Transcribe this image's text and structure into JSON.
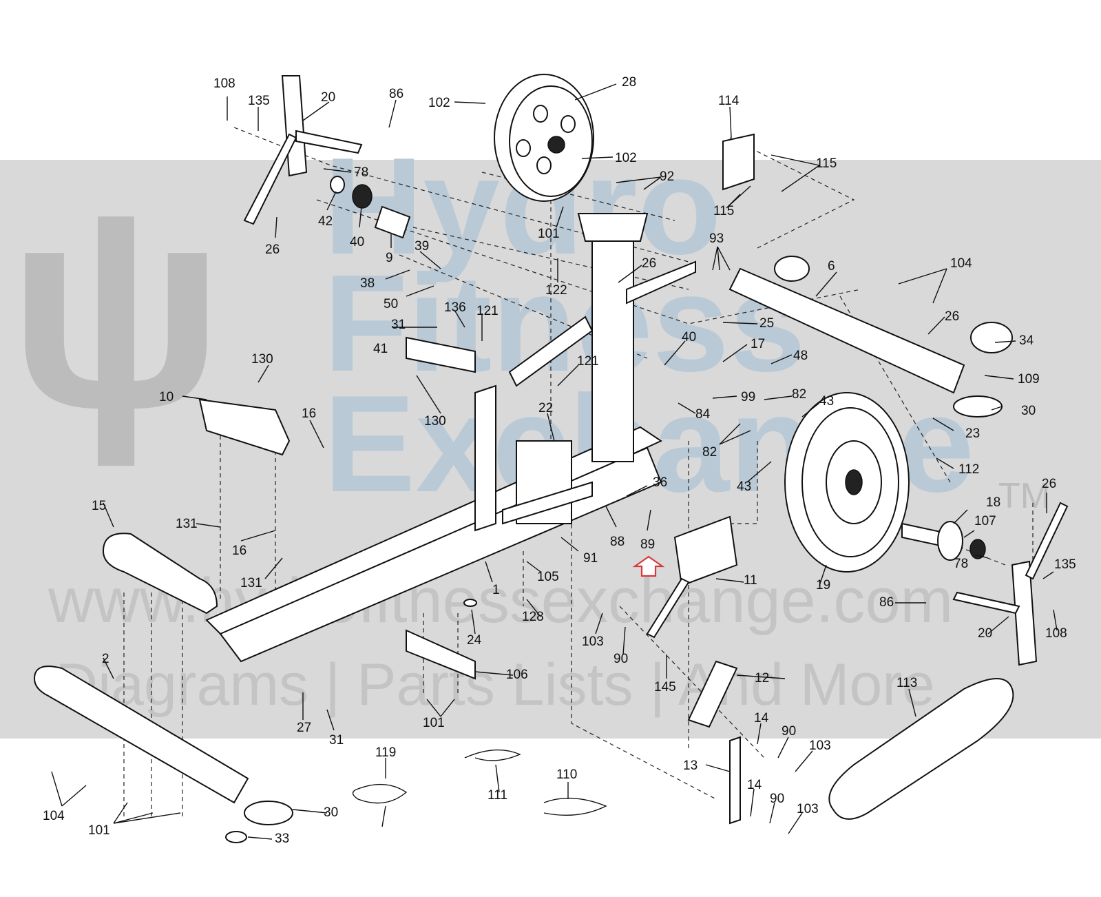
{
  "watermark": {
    "line1": "Hydro",
    "line2": "Fitness",
    "line3": "Exchange",
    "tm": "TM",
    "url": "www.hydrofitnessexchange.com",
    "tagline": "Diagrams | Parts Lists | And More"
  },
  "callouts": [
    {
      "id": "c108a",
      "text": "108"
    },
    {
      "id": "c135a",
      "text": "135"
    },
    {
      "id": "c20a",
      "text": "20"
    },
    {
      "id": "c86a",
      "text": "86"
    },
    {
      "id": "c78a",
      "text": "78"
    },
    {
      "id": "c42",
      "text": "42"
    },
    {
      "id": "c40a",
      "text": "40"
    },
    {
      "id": "c26a",
      "text": "26"
    },
    {
      "id": "c9",
      "text": "9"
    },
    {
      "id": "c39",
      "text": "39"
    },
    {
      "id": "c38",
      "text": "38"
    },
    {
      "id": "c50",
      "text": "50"
    },
    {
      "id": "c102a",
      "text": "102"
    },
    {
      "id": "c28",
      "text": "28"
    },
    {
      "id": "c102b",
      "text": "102"
    },
    {
      "id": "c114",
      "text": "114"
    },
    {
      "id": "c115a",
      "text": "115"
    },
    {
      "id": "c115b",
      "text": "115"
    },
    {
      "id": "c92",
      "text": "92"
    },
    {
      "id": "c101a",
      "text": "101"
    },
    {
      "id": "c93",
      "text": "93"
    },
    {
      "id": "c122",
      "text": "122"
    },
    {
      "id": "c26b",
      "text": "26"
    },
    {
      "id": "c6",
      "text": "6"
    },
    {
      "id": "c104a",
      "text": "104"
    },
    {
      "id": "c136",
      "text": "136"
    },
    {
      "id": "c121a",
      "text": "121"
    },
    {
      "id": "c31a",
      "text": "31"
    },
    {
      "id": "c41",
      "text": "41"
    },
    {
      "id": "c25",
      "text": "25"
    },
    {
      "id": "c26c",
      "text": "26"
    },
    {
      "id": "c34",
      "text": "34"
    },
    {
      "id": "c40b",
      "text": "40"
    },
    {
      "id": "c17",
      "text": "17"
    },
    {
      "id": "c48",
      "text": "48"
    },
    {
      "id": "c109",
      "text": "109"
    },
    {
      "id": "c130a",
      "text": "130"
    },
    {
      "id": "c121b",
      "text": "121"
    },
    {
      "id": "c10",
      "text": "10"
    },
    {
      "id": "c16a",
      "text": "16"
    },
    {
      "id": "c130b",
      "text": "130"
    },
    {
      "id": "c22",
      "text": "22"
    },
    {
      "id": "c99",
      "text": "99"
    },
    {
      "id": "c82a",
      "text": "82"
    },
    {
      "id": "c43a",
      "text": "43"
    },
    {
      "id": "c30a",
      "text": "30"
    },
    {
      "id": "c84",
      "text": "84"
    },
    {
      "id": "c23",
      "text": "23"
    },
    {
      "id": "c82b",
      "text": "82"
    },
    {
      "id": "c112",
      "text": "112"
    },
    {
      "id": "c36",
      "text": "36"
    },
    {
      "id": "c43b",
      "text": "43"
    },
    {
      "id": "c26d",
      "text": "26"
    },
    {
      "id": "c15",
      "text": "15"
    },
    {
      "id": "c18",
      "text": "18"
    },
    {
      "id": "c131a",
      "text": "131"
    },
    {
      "id": "c88",
      "text": "88"
    },
    {
      "id": "c89",
      "text": "89"
    },
    {
      "id": "c107",
      "text": "107"
    },
    {
      "id": "c16b",
      "text": "16"
    },
    {
      "id": "c91",
      "text": "91"
    },
    {
      "id": "c78b",
      "text": "78"
    },
    {
      "id": "c135b",
      "text": "135"
    },
    {
      "id": "c105",
      "text": "105"
    },
    {
      "id": "c131b",
      "text": "131"
    },
    {
      "id": "c1",
      "text": "1"
    },
    {
      "id": "c11",
      "text": "11"
    },
    {
      "id": "c19",
      "text": "19"
    },
    {
      "id": "c86b",
      "text": "86"
    },
    {
      "id": "c128",
      "text": "128"
    },
    {
      "id": "c103a",
      "text": "103"
    },
    {
      "id": "c24",
      "text": "24"
    },
    {
      "id": "c90a",
      "text": "90"
    },
    {
      "id": "c20b",
      "text": "20"
    },
    {
      "id": "c108b",
      "text": "108"
    },
    {
      "id": "c2",
      "text": "2"
    },
    {
      "id": "c106",
      "text": "106"
    },
    {
      "id": "c145",
      "text": "145"
    },
    {
      "id": "c12",
      "text": "12"
    },
    {
      "id": "c113",
      "text": "113"
    },
    {
      "id": "c27",
      "text": "27"
    },
    {
      "id": "c31b",
      "text": "31"
    },
    {
      "id": "c101b",
      "text": "101"
    },
    {
      "id": "c14a",
      "text": "14"
    },
    {
      "id": "c90b",
      "text": "90"
    },
    {
      "id": "c119",
      "text": "119"
    },
    {
      "id": "c103b",
      "text": "103"
    },
    {
      "id": "c111",
      "text": "111"
    },
    {
      "id": "c110",
      "text": "110"
    },
    {
      "id": "c13",
      "text": "13"
    },
    {
      "id": "c14b",
      "text": "14"
    },
    {
      "id": "c90c",
      "text": "90"
    },
    {
      "id": "c103c",
      "text": "103"
    },
    {
      "id": "c104b",
      "text": "104"
    },
    {
      "id": "c30b",
      "text": "30"
    },
    {
      "id": "c101c",
      "text": "101"
    },
    {
      "id": "c33",
      "text": "33"
    }
  ],
  "highlight_arrow": {
    "icon": "up-arrow-icon",
    "color": "#d9383a",
    "target": "89"
  },
  "colors": {
    "line": "#111111",
    "band": "#d9d9d9",
    "watermark": "#b9c9d6"
  }
}
